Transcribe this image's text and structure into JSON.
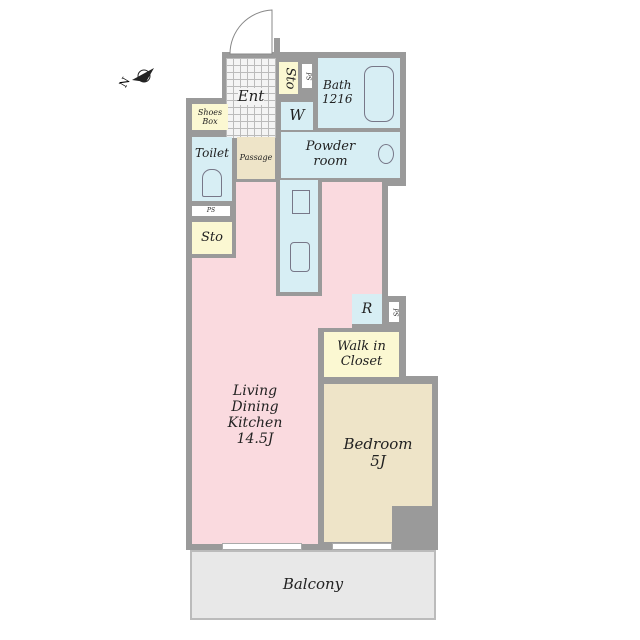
{
  "title": "Floor plan",
  "compass": {
    "label": "N"
  },
  "rooms": {
    "entrance": "Ent",
    "storage_top": "Sto",
    "ps_top": "PS",
    "bath": "Bath\n1216",
    "washer": "W",
    "powder_room": "Powder\nroom",
    "shoes_box": "Shoes\nBox",
    "toilet": "Toilet",
    "passage": "Passage",
    "ps_left": "PS",
    "storage_left": "Sto",
    "refrigerator": "R",
    "ps_right": "PS",
    "walk_in_closet": "Walk in\nCloset",
    "ldk": "Living\nDining\nKitchen\n14.5J",
    "bedroom": "Bedroom\n5J",
    "balcony": "Balcony"
  },
  "colors": {
    "wall": "#9a9a9a",
    "wet": "#d7eef4",
    "storage": "#fbf8d2",
    "ldk": "#fadadf",
    "bedroom": "#eee4c8",
    "balcony": "#e8e8e8"
  }
}
